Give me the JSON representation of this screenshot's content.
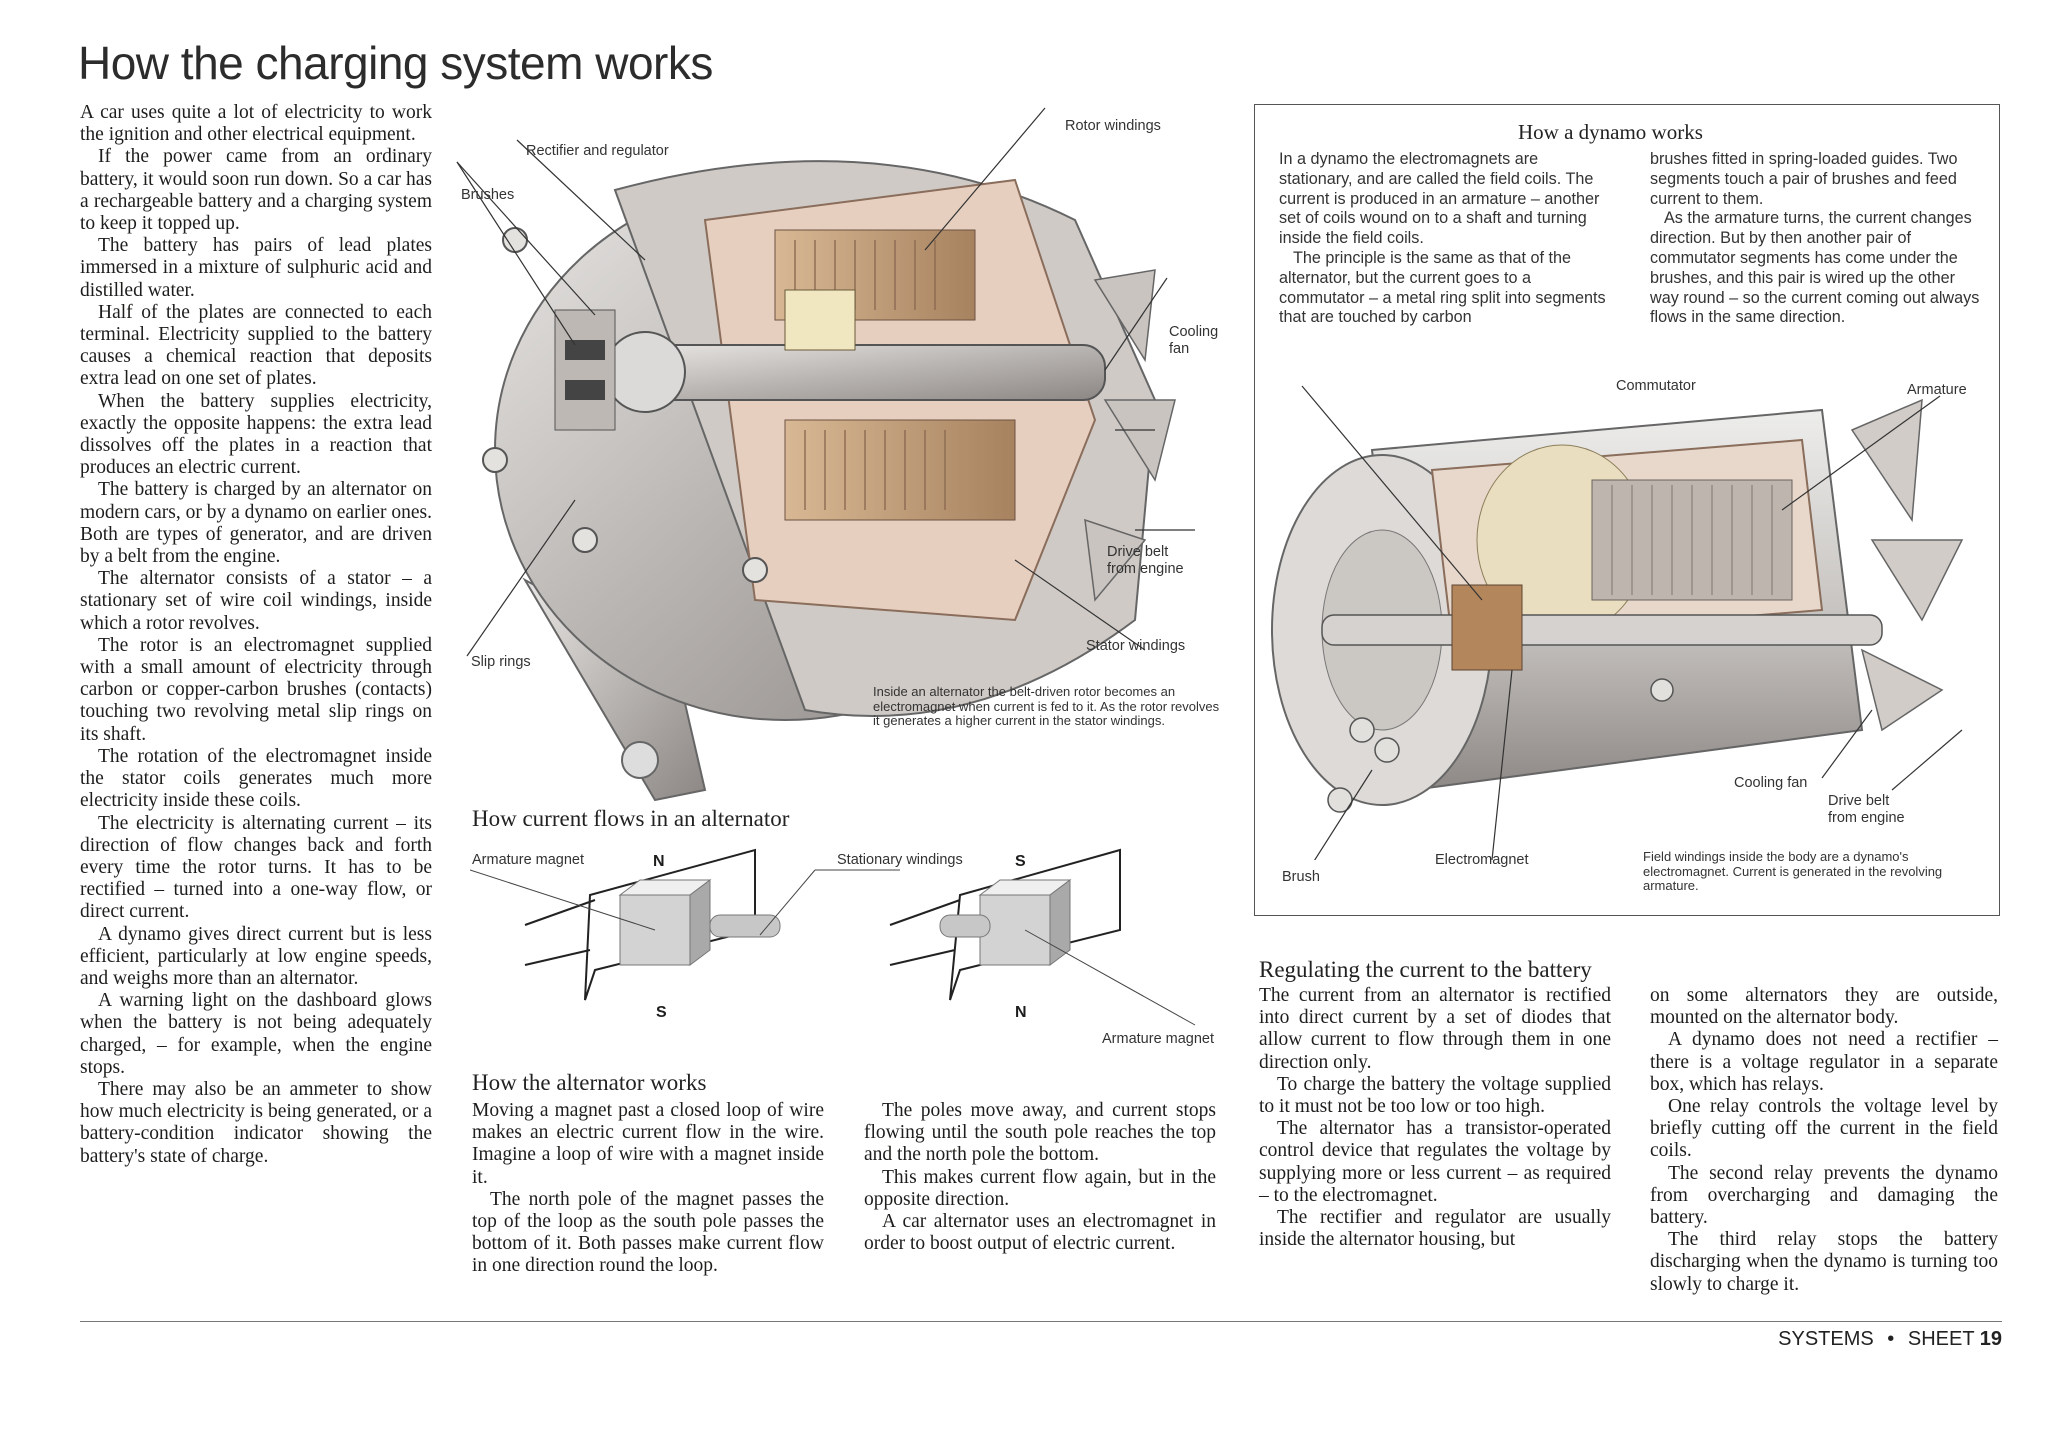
{
  "title": "How the charging system works",
  "left_column": [
    "A car uses quite a lot of electricity to work the ignition and other electrical equipment.",
    "If the power came from an ordinary battery, it would soon run down. So a car has a rechargeable battery and a charging system to keep it topped up.",
    "The battery has pairs of lead plates immersed in a mixture of sulphuric acid and distilled water.",
    "Half of the plates are connected to each terminal. Electricity supplied to the battery causes a chemical reaction that deposits extra lead on one set of plates.",
    "When the battery supplies electricity, exactly the opposite happens: the extra lead dissolves off the plates in a reaction that produces an electric current.",
    "The battery is charged by an alternator on modern cars, or by a dynamo on earlier ones. Both are types of generator, and are driven by a belt from the engine.",
    "The alternator consists of a stator – a stationary set of wire coil windings, inside which a rotor revolves.",
    "The rotor is an electromagnet supplied with a small amount of electricity through carbon or copper-carbon brushes (contacts) touching two revolving metal slip rings on its shaft.",
    "The rotation of the electromagnet inside the stator coils generates much more electricity inside these coils.",
    "The electricity is alternating current – its direction of flow changes back and forth every time the rotor turns. It has to be rectified – turned into a one-way flow, or direct current.",
    "A dynamo gives direct current but is less efficient, particularly at low engine speeds, and weighs more than an alternator.",
    "A warning light on the dashboard glows when the battery is not being adequately charged, – for example, when the engine stops.",
    "There may also be an ammeter to show how much electricity is being generated, or a battery-condition indicator showing the battery's state of charge."
  ],
  "alternator_labels": {
    "rectifier": "Rectifier and regulator",
    "brushes": "Brushes",
    "rotor": "Rotor windings",
    "cooling_fan": "Cooling fan",
    "drive_belt": "Drive belt from engine",
    "stator": "Stator windings",
    "slip_rings": "Slip rings"
  },
  "alternator_caption": "Inside an alternator the belt-driven rotor becomes an electromagnet when current is fed to it. As the rotor revolves it generates a higher current in the stator windings.",
  "flow_heading": "How current flows in an alternator",
  "flow_labels": {
    "armature_magnet_1": "Armature magnet",
    "stationary_windings": "Stationary windings",
    "armature_magnet_2": "Armature magnet",
    "n1": "N",
    "s1": "S",
    "s2": "S",
    "n2": "N"
  },
  "alt_works": {
    "heading": "How the alternator works",
    "col1": [
      "Moving a magnet past a closed loop of wire makes an electric current flow in the wire. Imagine a loop of wire with a magnet inside it.",
      "The north pole of the magnet passes the top of the loop as the south pole passes the bottom of it. Both passes make current flow in one direction round the loop."
    ],
    "col2": [
      "The poles move away, and current stops flowing until the south pole reaches the top and the north pole the bottom.",
      "This makes current flow again, but in the opposite direction.",
      "A car alternator uses an electromagnet in order to boost output of electric current."
    ]
  },
  "dynamo": {
    "heading": "How a dynamo works",
    "col1": [
      "In a dynamo the electromagnets are stationary, and are called the field coils. The current is produced in an armature – another set of coils wound on to a shaft and turning inside the field coils.",
      "The principle is the same as that of the alternator, but the current goes to a commutator – a metal ring split into segments that are touched by carbon"
    ],
    "col2": [
      "brushes fitted in spring-loaded guides. Two segments touch a pair of brushes and feed current to them.",
      "As the armature turns, the current changes direction. But by then another pair of commutator segments has come under the brushes, and this pair is wired up the other way round – so the current coming out always flows in the same direction."
    ],
    "labels": {
      "commutator": "Commutator",
      "armature": "Armature",
      "cooling_fan": "Cooling fan",
      "drive_belt": "Drive belt from engine",
      "brush": "Brush",
      "electromagnet": "Electromagnet"
    },
    "caption": "Field windings inside the body are a dynamo's electromagnet. Current is generated in the revolving armature."
  },
  "regulating": {
    "heading": "Regulating the current to the battery",
    "col1": [
      "The current from an alternator is rectified into direct current by a set of diodes that allow current to flow through them in one direction only.",
      "To charge the battery the voltage supplied to it must not be too low or too high.",
      "The alternator has a transistor-operated control device that regulates the voltage by supplying more or less current – as required – to the electromagnet.",
      "The rectifier and regulator are usually inside the alternator housing, but"
    ],
    "col2": [
      "on some alternators they are outside, mounted on the alternator body.",
      "A dynamo does not need a rectifier – there is a voltage regulator in a separate box, which has relays.",
      "One relay controls the voltage level by briefly cutting off the current in the field coils.",
      "The second relay prevents the dynamo from overcharging and damaging the battery.",
      "The third relay stops the battery discharging when the dynamo is turning too slowly to charge it."
    ]
  },
  "footer": {
    "section": "SYSTEMS",
    "separator": "•",
    "sheet": "SHEET",
    "number": "19"
  }
}
